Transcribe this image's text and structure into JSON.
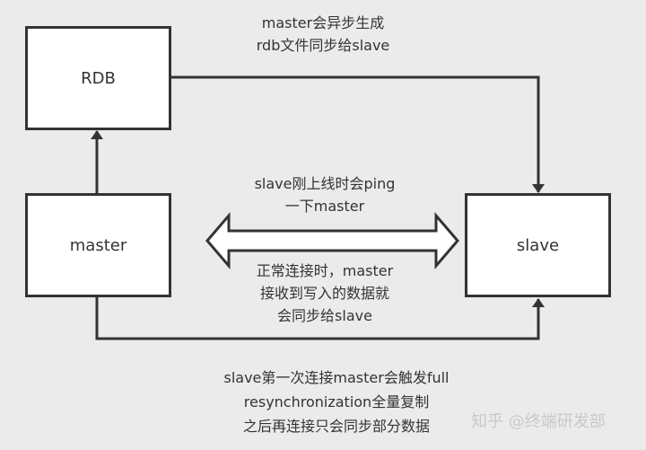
{
  "nodes": {
    "rdb": "RDB",
    "master": "master",
    "slave": "slave"
  },
  "labels": {
    "rdb_sync": [
      "master会异步生成",
      "rdb文件同步给slave"
    ],
    "ping": [
      "slave刚上线时会ping",
      "一下master"
    ],
    "normal_sync": [
      "正常连接时，master",
      "接收到写入的数据就",
      "会同步给slave"
    ],
    "notes": [
      "slave第一次连接master会触发full",
      "resynchronization全量复制",
      "之后再连接只会同步部分数据"
    ]
  },
  "watermark": "知乎 @终端研发部",
  "colors": {
    "line": "#333333",
    "background": "#ebebeb",
    "box": "#ffffff"
  }
}
